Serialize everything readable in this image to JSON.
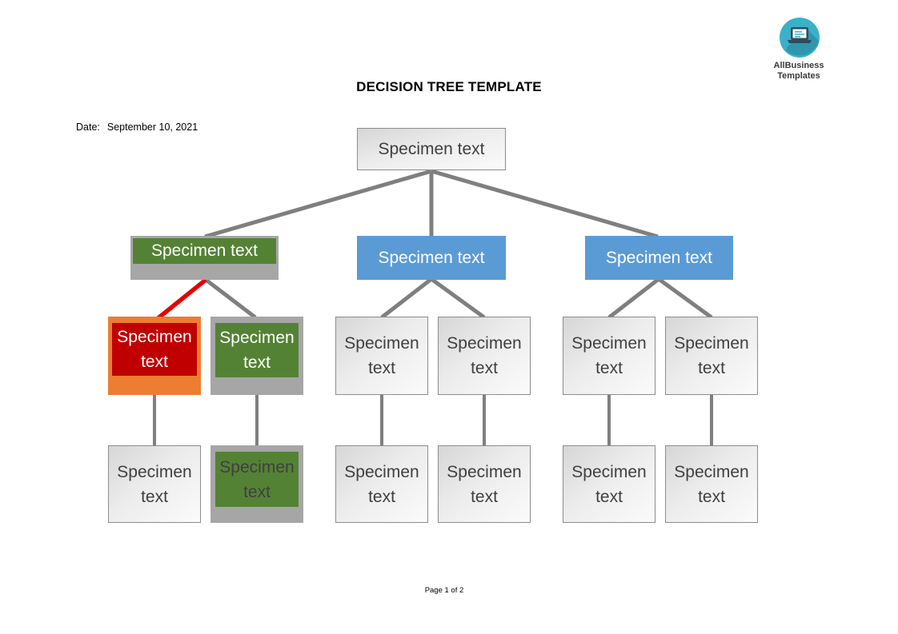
{
  "page": {
    "title": "DECISION TREE TEMPLATE",
    "date_label": "Date:",
    "date_value": "September 10, 2021",
    "footer": "Page 1 of 2"
  },
  "logo": {
    "line1": "AllBusiness",
    "line2": "Templates",
    "icon": "laptop-in-circle-icon"
  },
  "colors": {
    "blue": "#5b9bd5",
    "green": "#548235",
    "red": "#c00000",
    "orange": "#ed7d31",
    "gray_frame": "#a6a6a6",
    "connector_gray": "#7f7f7f",
    "connector_red": "#e60000",
    "logo_teal": "#3ab0c9",
    "logo_teal_dark": "#2e97ad"
  },
  "tree": {
    "nodes": [
      {
        "id": "root",
        "level": 1,
        "style": "plain",
        "label": "Specimen text"
      },
      {
        "id": "l2-left",
        "level": 2,
        "style": "green-tab",
        "label": "Specimen text"
      },
      {
        "id": "l2-mid",
        "level": 2,
        "style": "blue",
        "label": "Specimen text"
      },
      {
        "id": "l2-right",
        "level": 2,
        "style": "blue",
        "label": "Specimen text"
      },
      {
        "id": "l3-1",
        "level": 3,
        "style": "red-frame",
        "label": "Specimen text"
      },
      {
        "id": "l3-2",
        "level": 3,
        "style": "green-frame",
        "label": "Specimen text"
      },
      {
        "id": "l3-3",
        "level": 3,
        "style": "plain",
        "label": "Specimen text"
      },
      {
        "id": "l3-4",
        "level": 3,
        "style": "plain",
        "label": "Specimen text"
      },
      {
        "id": "l3-5",
        "level": 3,
        "style": "plain",
        "label": "Specimen text"
      },
      {
        "id": "l3-6",
        "level": 3,
        "style": "plain",
        "label": "Specimen text"
      },
      {
        "id": "l4-1",
        "level": 4,
        "style": "plain",
        "label": "Specimen text"
      },
      {
        "id": "l4-2",
        "level": 4,
        "style": "green-frame-dark",
        "label": "Specimen text"
      },
      {
        "id": "l4-3",
        "level": 4,
        "style": "plain",
        "label": "Specimen text"
      },
      {
        "id": "l4-4",
        "level": 4,
        "style": "plain",
        "label": "Specimen text"
      },
      {
        "id": "l4-5",
        "level": 4,
        "style": "plain",
        "label": "Specimen text"
      },
      {
        "id": "l4-6",
        "level": 4,
        "style": "plain",
        "label": "Specimen text"
      }
    ]
  }
}
